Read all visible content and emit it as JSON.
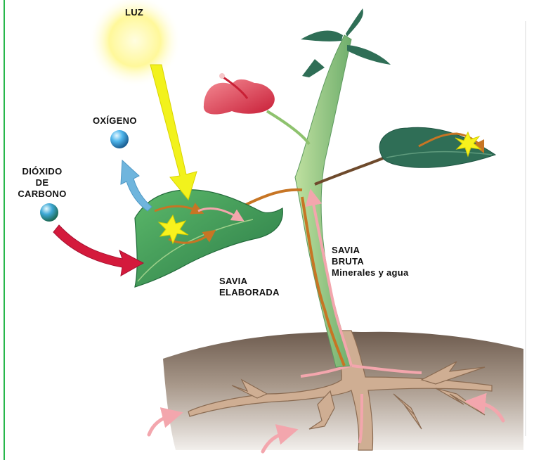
{
  "labels": {
    "light": "LUZ",
    "oxygen": "OXÍGENO",
    "co2_line1": "DIÓXIDO",
    "co2_line2": "DE",
    "co2_line3": "CARBONO",
    "raw_sap_line1": "SAVIA",
    "raw_sap_line2": "BRUTA",
    "raw_sap_line3": "Minerales y agua",
    "processed_sap_line1": "SAVIA",
    "processed_sap_line2": "ELABORADA"
  },
  "colors": {
    "sun": "#fff78a",
    "light_arrow": "#f2f21c",
    "oxygen_arrow": "#6fb5dd",
    "co2_arrow": "#d41a3c",
    "leaf": "#3f9a57",
    "leaf_dark": "#2f6e56",
    "stem": "#9ed087",
    "flower": "#d63a4c",
    "soil": "#7a6656",
    "root": "#cfae93",
    "raw_sap": "#f3a6ad",
    "processed_sap": "#c77524",
    "water_arrow": "#f3a6ad",
    "frame_line": "#27b74b"
  }
}
